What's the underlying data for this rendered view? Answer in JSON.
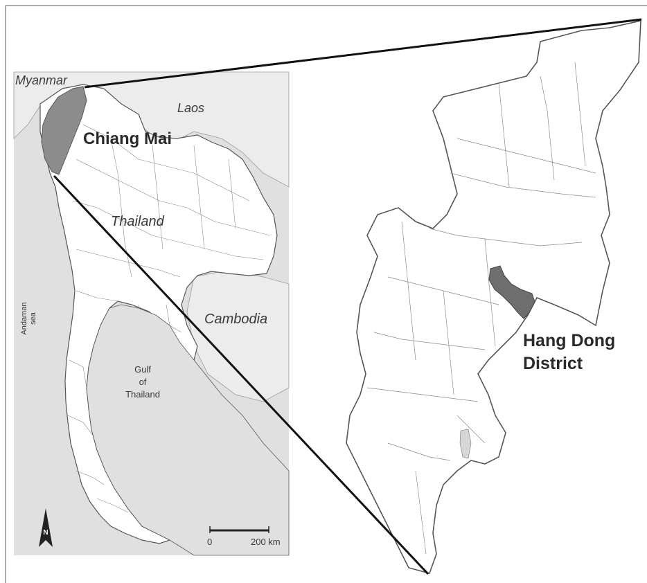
{
  "overview_map": {
    "country_labels": {
      "myanmar": "Myanmar",
      "laos": "Laos",
      "thailand": "Thailand",
      "cambodia": "Cambodia"
    },
    "province_label": "Chiang Mai",
    "sea_label_line1": "Andaman",
    "sea_label_line2": "sea",
    "gulf_label_line1": "Gulf",
    "gulf_label_line2": "of",
    "gulf_label_line3": "Thailand",
    "scale_bar": {
      "start_label": "0",
      "end_label": "200 km"
    },
    "north_arrow_label": "N"
  },
  "detail_map": {
    "district_label_line1": "Hang Dong",
    "district_label_line2": "District"
  },
  "colors": {
    "background": "#ffffff",
    "sea": "#e0e0e0",
    "land": "#ffffff",
    "province_highlight": "#8c8c8c",
    "district_highlight": "#6e6e6e",
    "boundary": "#555555",
    "water_lines": "#9a9a9a"
  }
}
